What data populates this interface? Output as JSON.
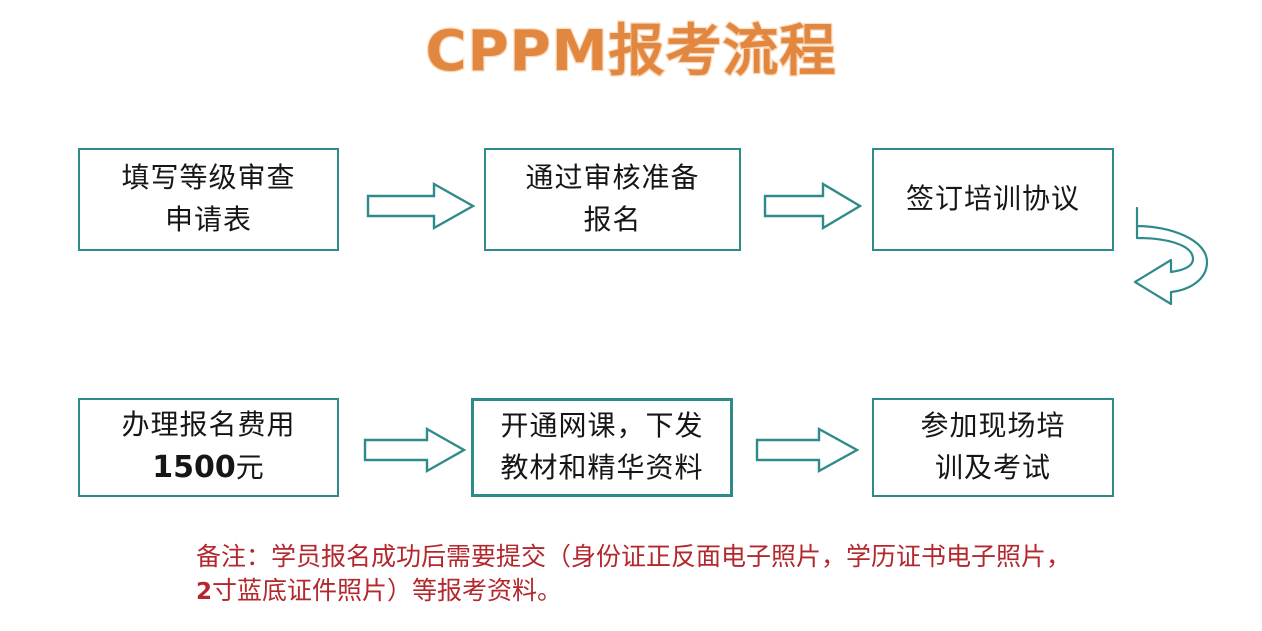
{
  "title": "CPPM报考流程",
  "colors": {
    "title_fill": "#e2873f",
    "title_outline": "#fbe0c8",
    "box_border": "#2f8a8a",
    "arrow_stroke": "#2f8a8a",
    "note_text": "#b3272d",
    "background": "#ffffff"
  },
  "boxes": [
    {
      "id": "box-1",
      "row": 1,
      "order": 1,
      "lines": [
        "填写等级审查",
        "申请表"
      ]
    },
    {
      "id": "box-2",
      "row": 1,
      "order": 2,
      "lines": [
        "通过审核准备",
        "报名"
      ]
    },
    {
      "id": "box-3",
      "row": 1,
      "order": 3,
      "lines": [
        "签订培训协议"
      ]
    },
    {
      "id": "box-4",
      "row": 2,
      "order": 1,
      "lines": [
        "办理报名费用",
        "1500元"
      ],
      "amount": "1500",
      "amount_unit": "元"
    },
    {
      "id": "box-5",
      "row": 2,
      "order": 2,
      "lines": [
        "开通网课，下发",
        "教材和精华资料"
      ]
    },
    {
      "id": "box-6",
      "row": 2,
      "order": 3,
      "lines": [
        "参加现场培",
        "训及考试"
      ]
    }
  ],
  "box_text": {
    "b1_l1": "填写等级审查",
    "b1_l2": "申请表",
    "b2_l1": "通过审核准备",
    "b2_l2": "报名",
    "b3_l1": "签订培训协议",
    "b4_l1": "办理报名费用",
    "b4_amount": "1500",
    "b4_unit": "元",
    "b5_l1": "开通网课，下发",
    "b5_l2": "教材和精华资料",
    "b6_l1": "参加现场培",
    "b6_l2": "训及考试"
  },
  "arrows": [
    {
      "id": "arrow-1",
      "type": "right-arrow",
      "from": "box-1",
      "to": "box-2"
    },
    {
      "id": "arrow-2",
      "type": "right-arrow",
      "from": "box-2",
      "to": "box-3"
    },
    {
      "id": "arrow-curve",
      "type": "u-turn-arrow",
      "from": "box-3",
      "to": "box-4"
    },
    {
      "id": "arrow-3",
      "type": "right-arrow",
      "from": "box-4",
      "to": "box-5"
    },
    {
      "id": "arrow-4",
      "type": "right-arrow",
      "from": "box-5",
      "to": "box-6"
    }
  ],
  "note": {
    "line1": "备注：学员报名成功后需要提交（身份证正反面电子照片，学历证书电子照片，",
    "line2_num": "2",
    "line2_rest": "寸蓝底证件照片）等报考资料。"
  }
}
